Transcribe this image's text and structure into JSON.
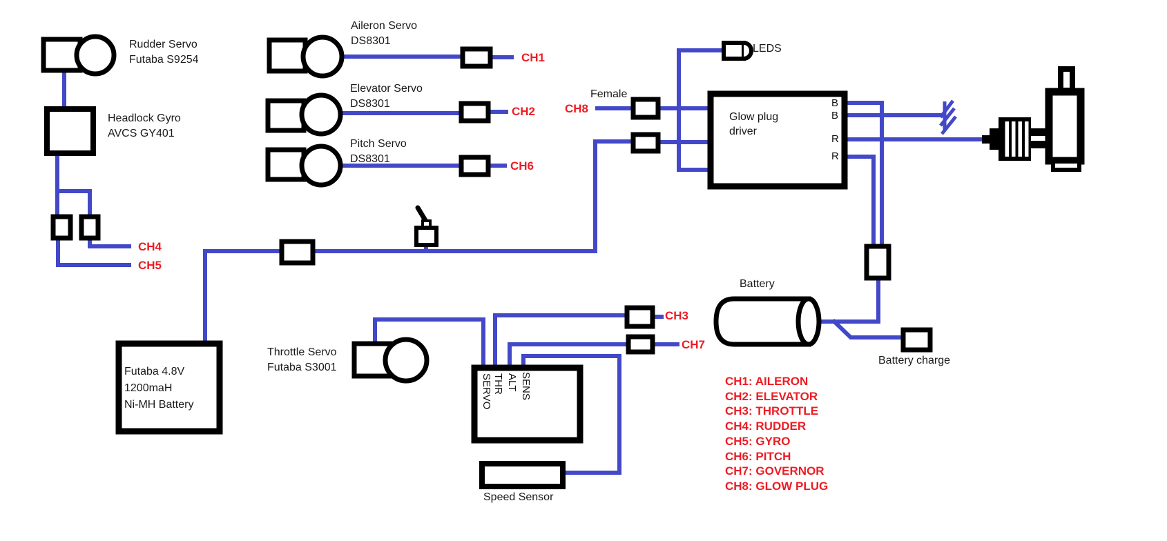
{
  "colors": {
    "wire": "#4348c8",
    "channel_red": "#ed1c24",
    "ink": "#000000"
  },
  "labels": {
    "rudder_servo": {
      "line1": "Rudder Servo",
      "line2": "Futaba S9254"
    },
    "gyro": {
      "line1": "Headlock Gyro",
      "line2": "AVCS GY401"
    },
    "aileron_servo": {
      "line1": "Aileron Servo",
      "line2": "DS8301"
    },
    "elevator_servo": {
      "line1": "Elevator Servo",
      "line2": "DS8301"
    },
    "pitch_servo": {
      "line1": "Pitch Servo",
      "line2": "DS8301"
    },
    "throttle_servo": {
      "line1": "Throttle Servo",
      "line2": "Futaba S3001"
    },
    "receiver_battery": {
      "line1": "Futaba 4.8V",
      "line2": "1200maH",
      "line3": "Ni-MH Battery"
    },
    "glow_plug_driver": {
      "line1": "Glow plug",
      "line2": "driver"
    },
    "female": "Female",
    "leds": "LEDS",
    "battery": "Battery",
    "battery_charge": "Battery charge",
    "speed_sensor": "Speed Sensor"
  },
  "channels": {
    "ch1": "CH1",
    "ch2": "CH2",
    "ch3": "CH3",
    "ch4": "CH4",
    "ch5": "CH5",
    "ch6": "CH6",
    "ch7": "CH7",
    "ch8": "CH8"
  },
  "driver_terminals": [
    "B",
    "B",
    "R",
    "R"
  ],
  "governor_ports": [
    "SERVO",
    "THR",
    "ALT",
    "SENS"
  ],
  "legend": {
    "items": [
      {
        "text": "CH1: AILERON"
      },
      {
        "text": "CH2: ELEVATOR"
      },
      {
        "text": "CH3: THROTTLE"
      },
      {
        "text": "CH4: RUDDER"
      },
      {
        "text": "CH5: GYRO"
      },
      {
        "text": "CH6: PITCH"
      },
      {
        "text": "CH7: GOVERNOR"
      },
      {
        "text": "CH8: GLOW PLUG"
      }
    ]
  }
}
